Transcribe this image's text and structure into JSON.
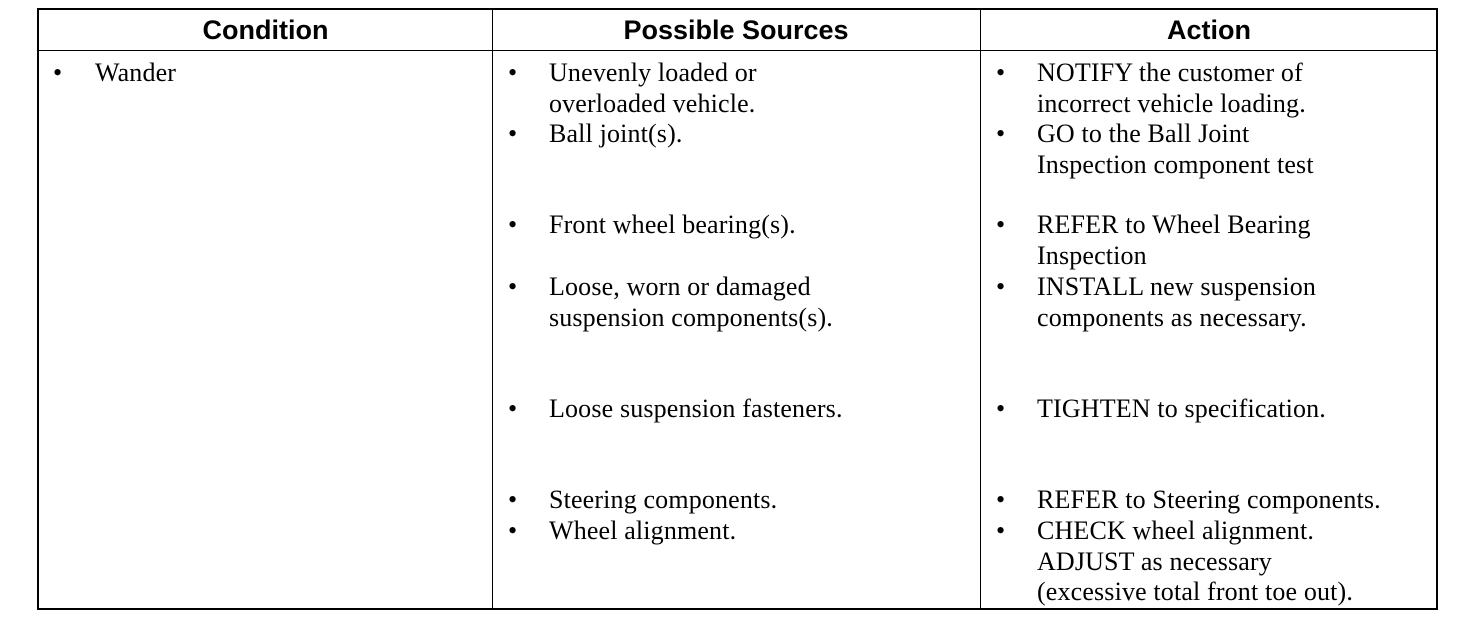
{
  "headers": {
    "condition": "Condition",
    "possible_sources": "Possible Sources",
    "action": "Action"
  },
  "bullet_glyph": "•",
  "condition": {
    "items": [
      "Wander"
    ]
  },
  "sources": {
    "items": [
      {
        "lines": [
          "Unevenly loaded or",
          "overloaded vehicle."
        ]
      },
      {
        "lines": [
          "Ball joint(s)."
        ]
      },
      {
        "lines": [
          "Front wheel bearing(s)."
        ]
      },
      {
        "lines": [
          "Loose, worn or damaged",
          "suspension components(s)."
        ]
      },
      {
        "lines": [
          "Loose suspension fasteners."
        ]
      },
      {
        "lines": [
          "Steering components."
        ]
      },
      {
        "lines": [
          "Wheel alignment."
        ]
      }
    ]
  },
  "actions": {
    "items": [
      {
        "lines": [
          "NOTIFY the customer of",
          "incorrect vehicle loading."
        ]
      },
      {
        "lines": [
          "GO to the Ball Joint",
          "Inspection component test"
        ]
      },
      {
        "lines": [
          "REFER to Wheel Bearing",
          "Inspection"
        ]
      },
      {
        "lines": [
          "INSTALL new suspension",
          "components as necessary."
        ]
      },
      {
        "lines": [
          "TIGHTEN to specification."
        ]
      },
      {
        "lines": [
          "REFER to Steering components."
        ]
      },
      {
        "lines": [
          "CHECK wheel alignment.",
          "ADJUST as necessary",
          "(excessive total front toe out)."
        ]
      }
    ]
  }
}
